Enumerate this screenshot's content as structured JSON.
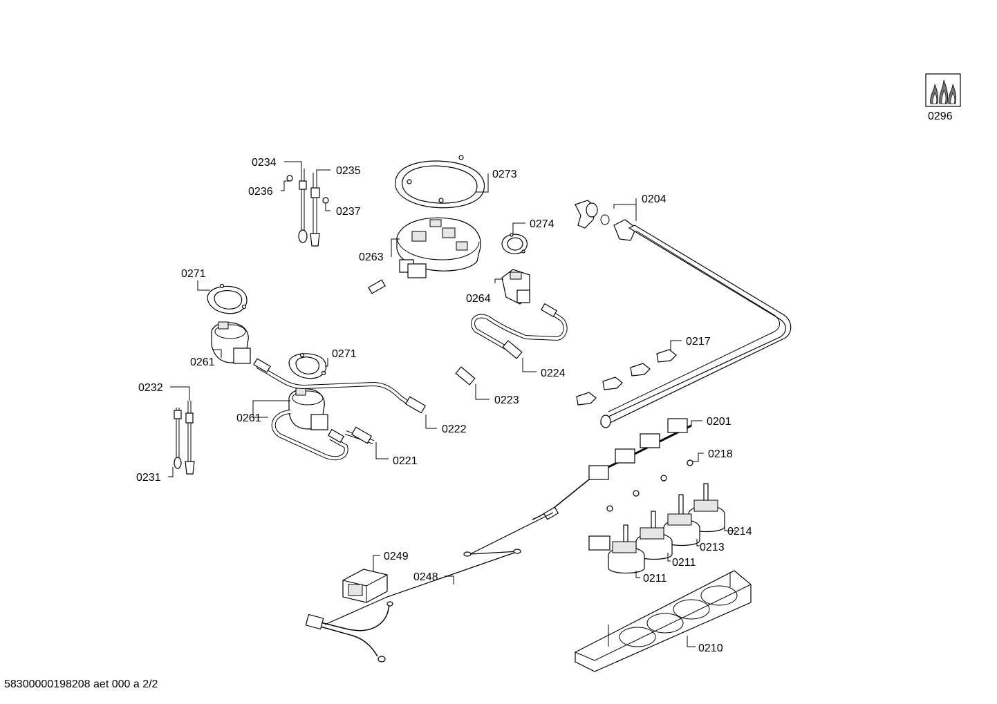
{
  "parts": {
    "p0296": "0296",
    "p0234": "0234",
    "p0235": "0235",
    "p0236": "0236",
    "p0237": "0237",
    "p0273": "0273",
    "p0204": "0204",
    "p0274": "0274",
    "p0263": "0263",
    "p0271a": "0271",
    "p0264": "0264",
    "p0217": "0217",
    "p0261a": "0261",
    "p0271b": "0271",
    "p0224": "0224",
    "p0232": "0232",
    "p0223": "0223",
    "p0261b": "0261",
    "p0222": "0222",
    "p0201": "0201",
    "p0221": "0221",
    "p0218": "0218",
    "p0231": "0231",
    "p0214": "0214",
    "p0213": "0213",
    "p0249": "0249",
    "p0211a": "0211",
    "p0248": "0248",
    "p0211b": "0211",
    "p0210": "0210"
  },
  "footer": "58300000198208 aet 000 a 2/2",
  "icons": [
    "gas-flames-icon"
  ]
}
